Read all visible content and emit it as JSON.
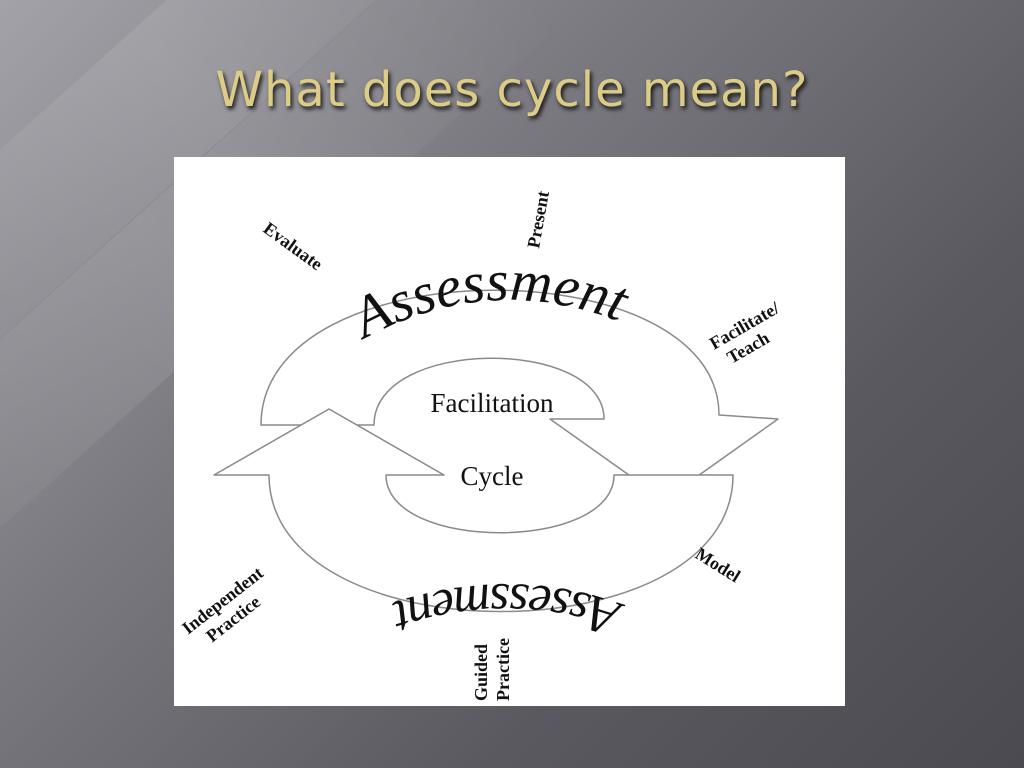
{
  "slide": {
    "title": "What does cycle mean?"
  },
  "diagram": {
    "arc_word_top": "Assessment",
    "arc_word_bottom": "Assessment",
    "center_upper": "Facilitation",
    "center_lower": "Cycle",
    "labels": {
      "present": "Present",
      "evaluate": "Evaluate",
      "facilitate_line1": "Facilitate/",
      "facilitate_line2": "Teach",
      "model": "Model",
      "independent_line1": "Independent",
      "independent_line2": "Practice",
      "guided_line1": "Guided",
      "guided_line2": "Practice"
    },
    "colors": {
      "text": "#111111",
      "outline": "#8a8a8a",
      "panel": "#ffffff"
    }
  }
}
